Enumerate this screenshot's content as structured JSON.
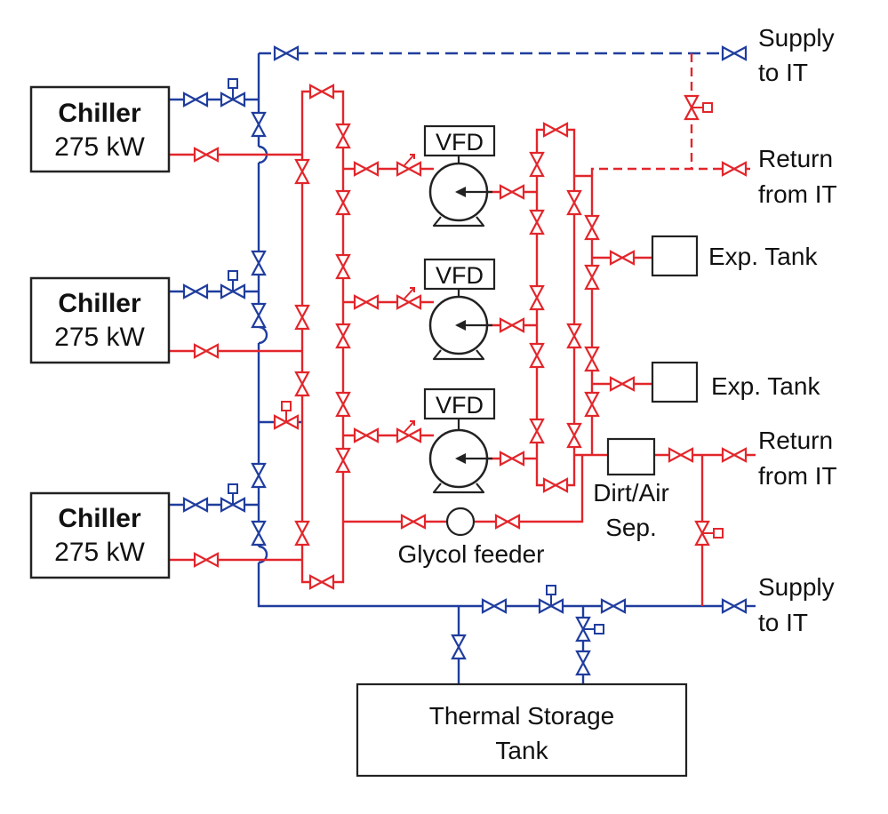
{
  "colors": {
    "supply_line": "#1f3d9e",
    "return_line": "#e2262b",
    "equipment_outline": "#222222",
    "background": "#ffffff"
  },
  "chillers": [
    {
      "name": "Chiller",
      "capacity": "275 kW"
    },
    {
      "name": "Chiller",
      "capacity": "275 kW"
    },
    {
      "name": "Chiller",
      "capacity": "275 kW"
    }
  ],
  "pumps": [
    {
      "drive": "VFD"
    },
    {
      "drive": "VFD"
    },
    {
      "drive": "VFD"
    }
  ],
  "expansion_tanks": [
    {
      "label": "Exp. Tank"
    },
    {
      "label": "Exp. Tank"
    }
  ],
  "separator": {
    "line1": "Dirt/Air",
    "line2": "Sep."
  },
  "glycol_feeder": {
    "label": "Glycol feeder"
  },
  "thermal_storage": {
    "line1": "Thermal Storage",
    "line2": "Tank"
  },
  "connections": {
    "supply_top": {
      "line1": "Supply",
      "line2": "to IT"
    },
    "return_top": {
      "line1": "Return",
      "line2": "from IT"
    },
    "return_bottom": {
      "line1": "Return",
      "line2": "from IT"
    },
    "supply_bottom": {
      "line1": "Supply",
      "line2": "to IT"
    }
  }
}
